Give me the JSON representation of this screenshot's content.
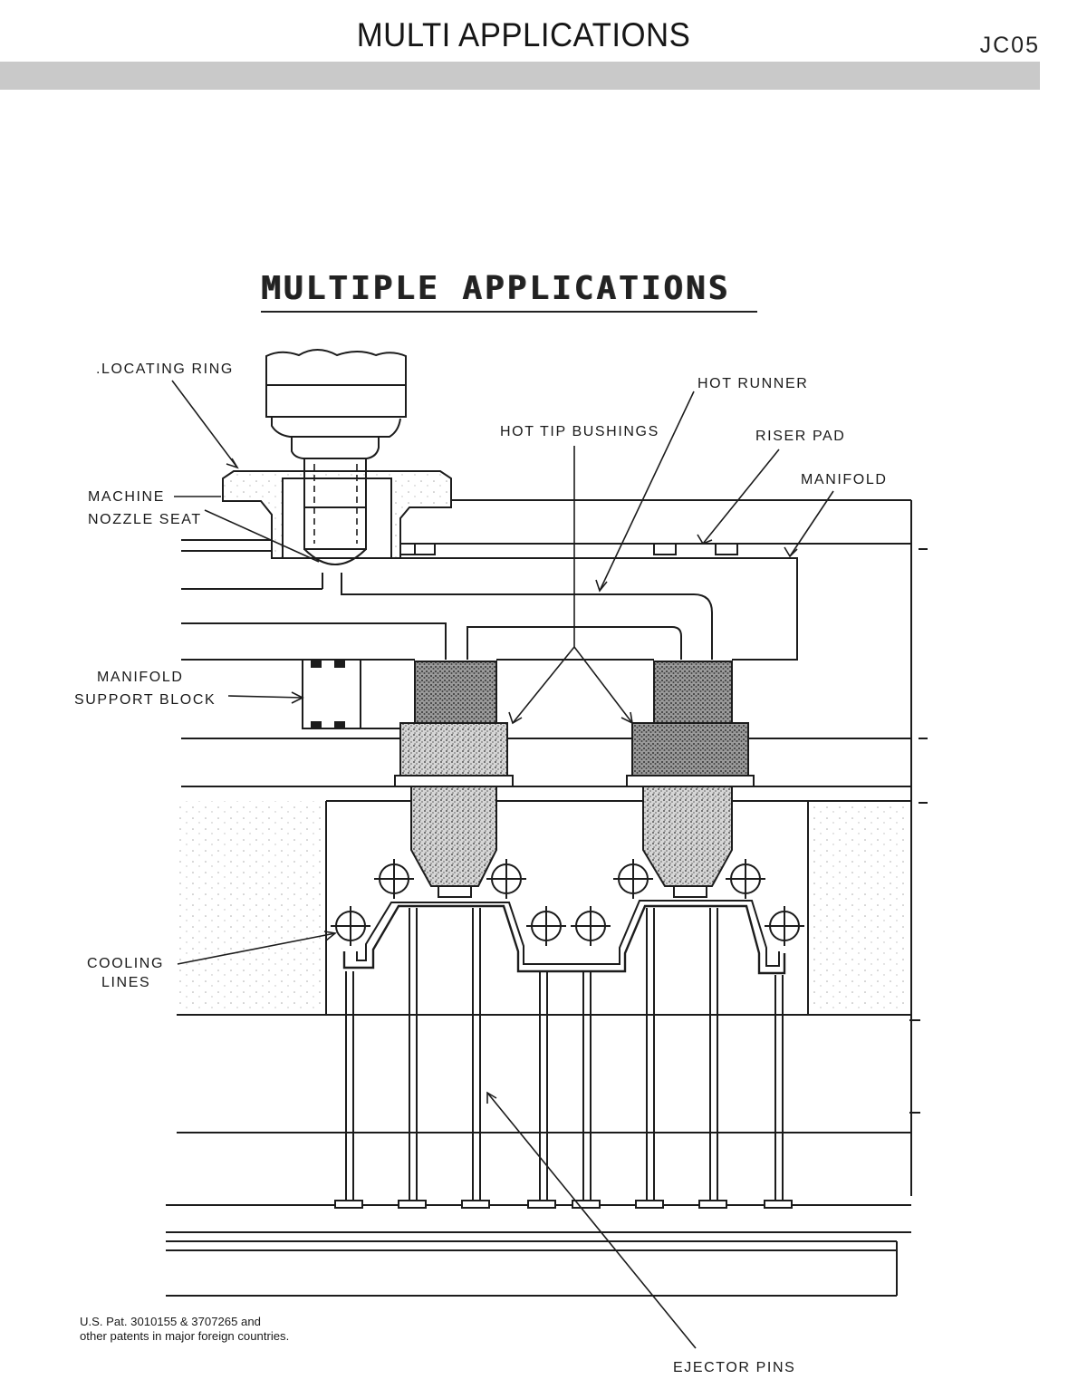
{
  "header": {
    "title": "MULTI APPLICATIONS",
    "code": "JC05"
  },
  "diagram": {
    "title": "MULTIPLE APPLICATIONS",
    "labels": {
      "locating_ring": "LOCATING RING",
      "machine_nozzle_seat_1": "MACHINE",
      "machine_nozzle_seat_2": "NOZZLE SEAT",
      "hot_runner": "HOT RUNNER",
      "hot_tip_bushings": "HOT TIP BUSHINGS",
      "riser_pad": "RISER PAD",
      "manifold": "MANIFOLD",
      "manifold_support_block_1": "MANIFOLD",
      "manifold_support_block_2": "SUPPORT BLOCK",
      "cooling_lines_1": "COOLING",
      "cooling_lines_2": "LINES",
      "ejector_pins": "EJECTOR PINS"
    }
  },
  "footer": {
    "patent_line_1": "U.S. Pat. 3010155 & 3707265 and",
    "patent_line_2": "other patents in major foreign countries."
  }
}
